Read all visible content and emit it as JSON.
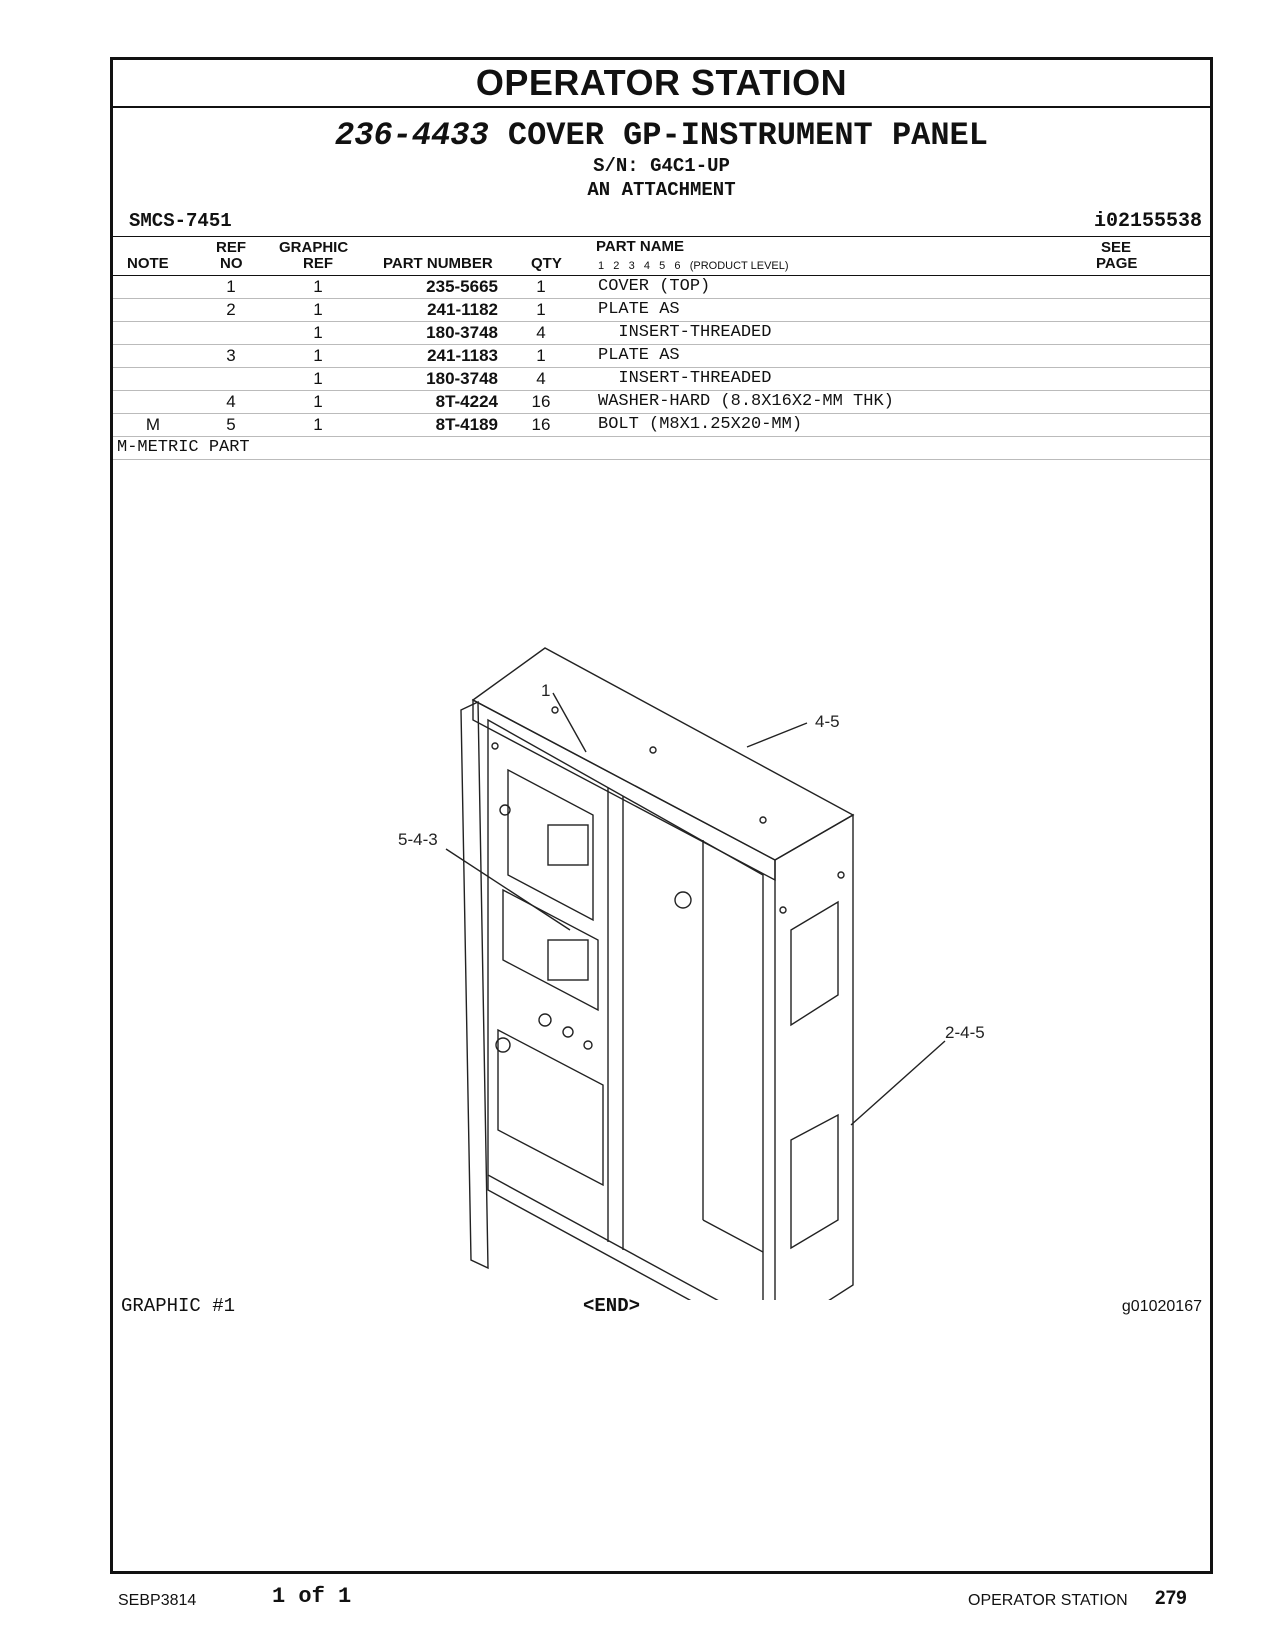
{
  "section_title": "OPERATOR STATION",
  "group": {
    "part_number": "236-4433",
    "name": "COVER GP-INSTRUMENT PANEL",
    "serial": "S/N: G4C1-UP",
    "type": "AN ATTACHMENT"
  },
  "smcs": "SMCS-7451",
  "doc_id": "i02155538",
  "columns": {
    "note": "NOTE",
    "ref_no": "REF NO",
    "ref_top": "REF",
    "ref_bottom": "NO",
    "graphic_top": "GRAPHIC",
    "graphic_bottom": "REF",
    "part_number": "PART NUMBER",
    "qty": "QTY",
    "part_name": "PART NAME",
    "product_level": "1   2   3   4   5   6   (PRODUCT LEVEL)",
    "see_top": "SEE",
    "see_bottom": "PAGE"
  },
  "parts": [
    {
      "note": "",
      "ref": "1",
      "graphic": "1",
      "part_number": "235-5665",
      "qty": "1",
      "name": "COVER (TOP)"
    },
    {
      "note": "",
      "ref": "2",
      "graphic": "1",
      "part_number": "241-1182",
      "qty": "1",
      "name": "PLATE AS"
    },
    {
      "note": "",
      "ref": "",
      "graphic": "1",
      "part_number": "180-3748",
      "qty": "4",
      "name": "  INSERT-THREADED"
    },
    {
      "note": "",
      "ref": "3",
      "graphic": "1",
      "part_number": "241-1183",
      "qty": "1",
      "name": "PLATE AS"
    },
    {
      "note": "",
      "ref": "",
      "graphic": "1",
      "part_number": "180-3748",
      "qty": "4",
      "name": "  INSERT-THREADED"
    },
    {
      "note": "",
      "ref": "4",
      "graphic": "1",
      "part_number": "8T-4224",
      "qty": "16",
      "name": "WASHER-HARD (8.8X16X2-MM THK)"
    },
    {
      "note": "M",
      "ref": "5",
      "graphic": "1",
      "part_number": "8T-4189",
      "qty": "16",
      "name": "BOLT (M8X1.25X20-MM)"
    }
  ],
  "metric_note": "M-METRIC PART",
  "callouts": [
    "1",
    "4-5",
    "5-4-3",
    "2-4-5"
  ],
  "graphic_label": "GRAPHIC #1",
  "end_label": "<END>",
  "graphic_id": "g01020167",
  "footer": {
    "doc": "SEBP3814",
    "pages": "1 of 1",
    "section": "OPERATOR STATION",
    "page": "279"
  }
}
